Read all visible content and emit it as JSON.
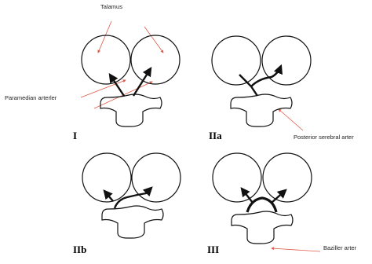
{
  "labels": {
    "thalamus": "Talamus",
    "paramedian": "Paramedian arterler",
    "posterior": "Posterior serebral arter",
    "basilar": "Baziller arter"
  },
  "panels": [
    {
      "id": "I",
      "label": "I",
      "variant": "bilateral-separate"
    },
    {
      "id": "IIa",
      "label": "IIa",
      "variant": "unilateral-single-trunk"
    },
    {
      "id": "IIb",
      "label": "IIb",
      "variant": "bilateral-common-trunk"
    },
    {
      "id": "III",
      "label": "III",
      "variant": "arcade"
    }
  ],
  "colors": {
    "line": "#111111",
    "annotation": "#e05a4a"
  }
}
